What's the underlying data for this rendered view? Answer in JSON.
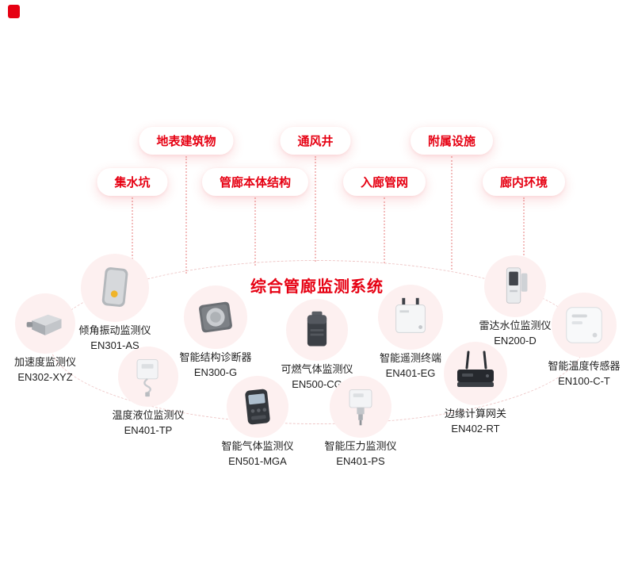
{
  "title": "综合管廊监测系统",
  "colors": {
    "accent": "#e60012",
    "device_circle_bg": "#fdf0f0",
    "connector_color": "#f3bdbd",
    "ellipse_color": "#eec6c6",
    "device_text": "#1f1f1f"
  },
  "category_rows": [
    {
      "pills": [
        {
          "label": "地表建筑物"
        },
        {
          "label": "通风井"
        },
        {
          "label": "附属设施"
        }
      ]
    },
    {
      "pills": [
        {
          "label": "集水坑"
        },
        {
          "label": "管廊本体结构"
        },
        {
          "label": "入廊管网"
        },
        {
          "label": "廊内环境"
        }
      ]
    }
  ],
  "devices": [
    {
      "name": "加速度监测仪",
      "model": "EN302-XYZ",
      "icon": "accelerometer-icon"
    },
    {
      "name": "倾角振动监测仪",
      "model": "EN301-AS",
      "icon": "tilt-vibration-monitor-icon"
    },
    {
      "name": "智能结构诊断器",
      "model": "EN300-G",
      "icon": "structure-diagnostics-icon"
    },
    {
      "name": "可燃气体监测仪",
      "model": "EN500-CG",
      "icon": "combustible-gas-monitor-icon"
    },
    {
      "name": "智能遥测终端",
      "model": "EN401-EG",
      "icon": "telemetry-terminal-icon"
    },
    {
      "name": "雷达水位监测仪",
      "model": "EN200-D",
      "icon": "radar-water-level-icon"
    },
    {
      "name": "智能温度传感器",
      "model": "EN100-C-T",
      "icon": "temperature-sensor-icon"
    },
    {
      "name": "温度液位监测仪",
      "model": "EN401-TP",
      "icon": "temperature-liquid-level-icon"
    },
    {
      "name": "智能气体监测仪",
      "model": "EN501-MGA",
      "icon": "smart-gas-monitor-icon"
    },
    {
      "name": "智能压力监测仪",
      "model": "EN401-PS",
      "icon": "pressure-monitor-icon"
    },
    {
      "name": "边缘计算网关",
      "model": "EN402-RT",
      "icon": "edge-computing-gateway-icon"
    }
  ]
}
